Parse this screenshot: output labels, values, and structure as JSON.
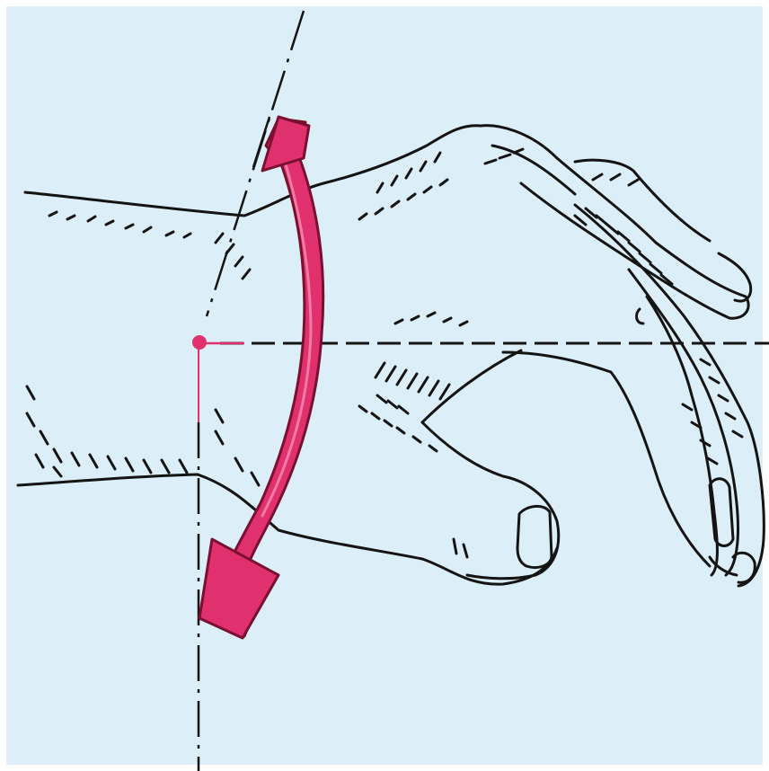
{
  "colors": {
    "paper": "#dceef7",
    "frame": "#ffffff",
    "ink": "#141414",
    "accent_fill": "#e0306e",
    "accent_stroke": "#7a1030",
    "guide_accent": "#e0306e"
  },
  "illustration": {
    "subject": "hand-wrist-motion-diagram",
    "arrow": "curved-double-arrow",
    "guides": [
      "vertical-reference-line",
      "horizontal-axis-line",
      "oblique-dashed-line",
      "pivot-point"
    ]
  }
}
